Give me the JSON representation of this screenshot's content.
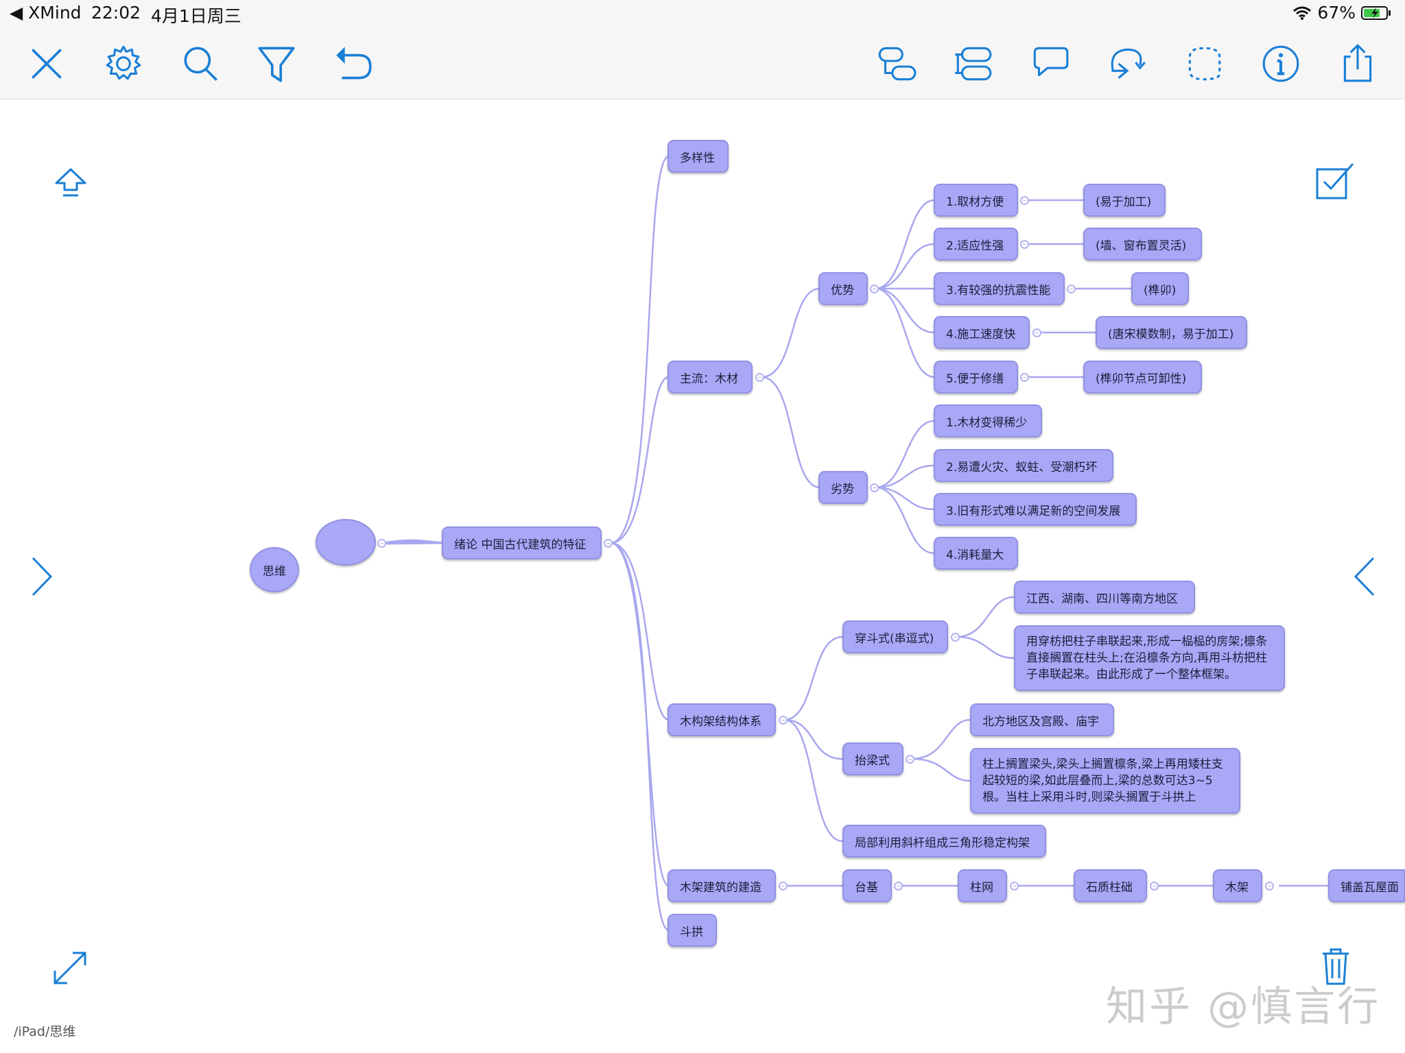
{
  "status_bar": {
    "back_app": "◀ XMind",
    "time": "22:02",
    "date": "4月1日周三",
    "battery": "67%"
  },
  "toolbar_left": [
    {
      "name": "close-icon"
    },
    {
      "name": "settings-gear-icon"
    },
    {
      "name": "search-icon"
    },
    {
      "name": "filter-icon"
    },
    {
      "name": "undo-icon"
    }
  ],
  "toolbar_right": [
    {
      "name": "add-topic-icon"
    },
    {
      "name": "add-subtopic-icon"
    },
    {
      "name": "add-callout-icon"
    },
    {
      "name": "add-relationship-icon"
    },
    {
      "name": "add-boundary-icon"
    },
    {
      "name": "info-icon"
    },
    {
      "name": "share-icon"
    }
  ],
  "sidebar_icons": [
    "move-up-icon",
    "checkbox-icon",
    "expand-right-icon",
    "collapse-left-icon",
    "fullscreen-icon",
    "trash-icon"
  ],
  "mindmap": {
    "floating_topic": "思维",
    "root": "绪论 中国古代建筑的特征",
    "branch_diversity": "多样性",
    "branch_wood": "主流：木材",
    "advantages_label": "优势",
    "advantages": [
      {
        "text": "1.取材方便",
        "note": "(易于加工)"
      },
      {
        "text": "2.适应性强",
        "note": "(墙、窗布置灵活)"
      },
      {
        "text": "3.有较强的抗震性能",
        "note": "(榫卯)"
      },
      {
        "text": "4.施工速度快",
        "note": "(唐宋模数制，易于加工)"
      },
      {
        "text": "5.便于修缮",
        "note": "(榫卯节点可卸性)"
      }
    ],
    "disadvantages_label": "劣势",
    "disadvantages": [
      "1.木材变得稀少",
      "2.易遭火灾、蚁蛀、受潮朽坏",
      "3.旧有形式难以满足新的空间发展",
      "4.消耗量大"
    ],
    "branch_frame": "木构架结构体系",
    "chuandou": {
      "label": "穿斗式(串逗式)",
      "region": "江西、湖南、四川等南方地区",
      "desc": "用穿枋把柱子串联起来,形成一榀榀的房架;檩条直接搁置在柱头上;在沿檩条方向,再用斗枋把柱子串联起来。由此形成了一个整体框架。"
    },
    "tailiang": {
      "label": "抬梁式",
      "region": "北方地区及宫殿、庙宇",
      "desc": "柱上搁置梁头,梁头上搁置檩条,梁上再用矮柱支起较短的梁,如此层叠而上,梁的总数可达3~5根。当柱上采用斗时,则梁头搁置于斗拱上"
    },
    "frame_partial": "局部利用斜杆组成三角形稳定构架",
    "branch_build": "木架建筑的建造",
    "build_steps": [
      "台基",
      "柱网",
      "石质柱础",
      "木架",
      "铺盖瓦屋面"
    ],
    "branch_dougong": "斗拱"
  },
  "file_path": "/iPad/思维",
  "watermark": "知乎 @慎言行"
}
